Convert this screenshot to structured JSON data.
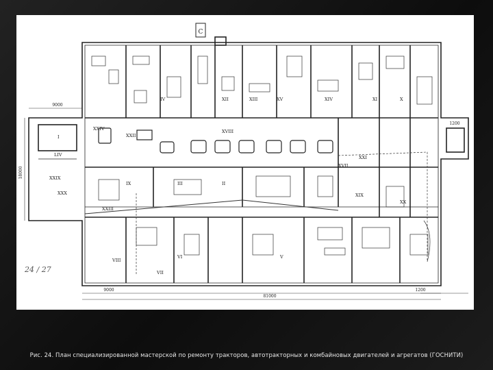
{
  "caption": "Рис. 24. План специализированной мастерской по ремонту тракторов, автотракторных и комбайновых двигателей и агрегатов (ГОСНИТИ)",
  "plan": {
    "north_mark": "С",
    "dimensions": {
      "top_left": "9000",
      "left_vertical": "18000",
      "right_top": "1200",
      "bottom_left": "9000",
      "bottom_total": "81000",
      "bottom_right": "1200"
    },
    "room_labels": [
      "I",
      "LIV",
      "XXIX",
      "XXX",
      "XXIV",
      "XXII",
      "XVIII",
      "XII",
      "XIII",
      "XV",
      "XIV",
      "XI",
      "X",
      "IV",
      "V",
      "VI",
      "VII",
      "VIII",
      "IX",
      "III",
      "II",
      "XXI",
      "XIX",
      "XX",
      "XVII",
      "XXIII"
    ],
    "margin_note": "24 / 27"
  },
  "colors": {
    "background": "#1a1a1a",
    "sheet": "#ffffff",
    "ink": "#222222",
    "caption": "#e8e8e8"
  }
}
